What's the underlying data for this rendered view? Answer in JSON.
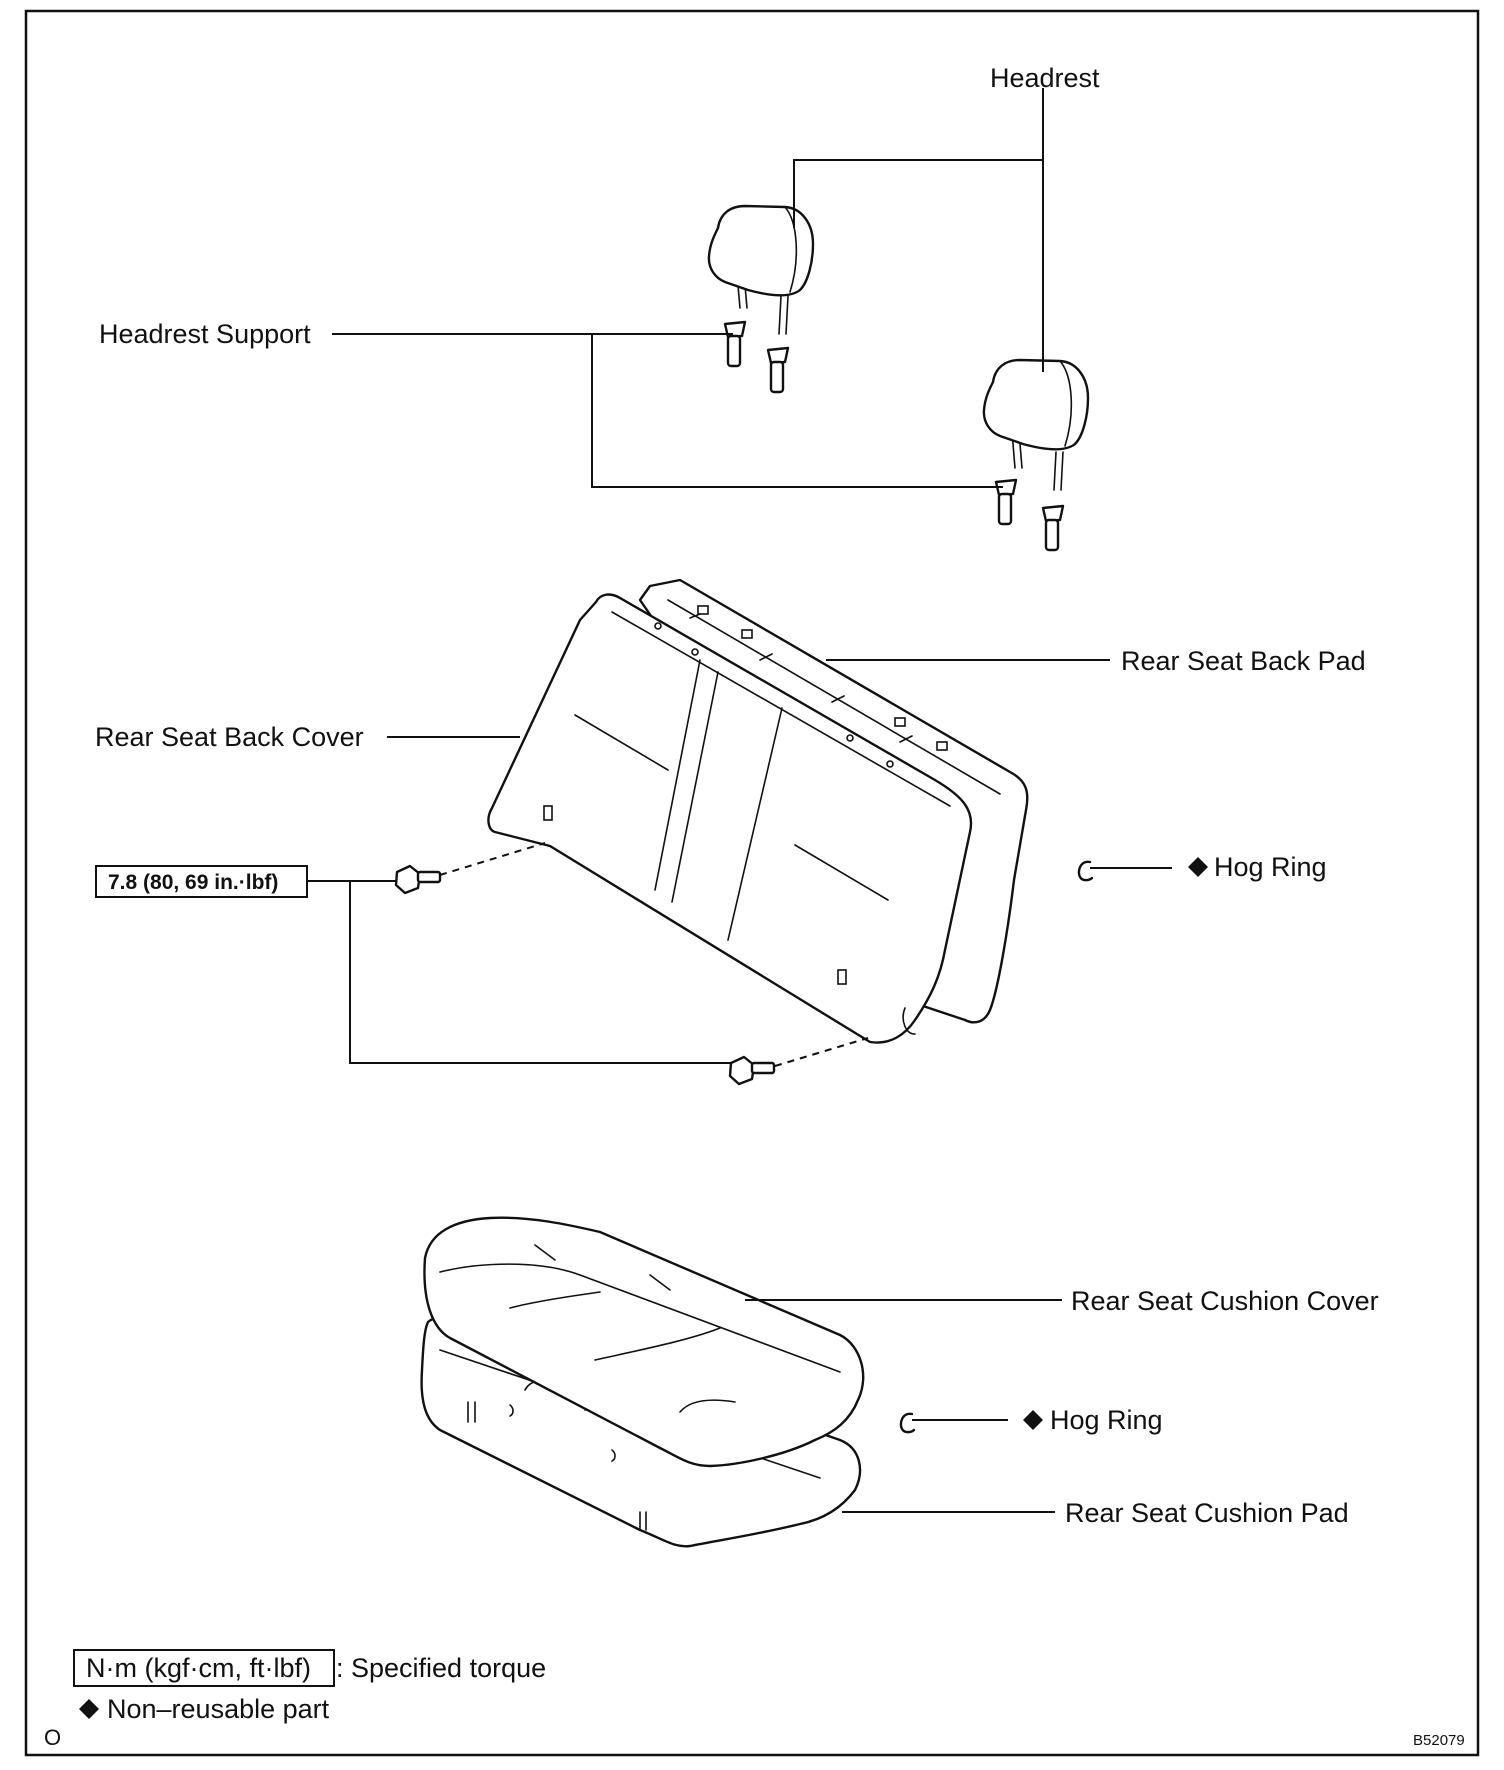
{
  "labels": {
    "headrest": "Headrest",
    "headrest_support": "Headrest Support",
    "rear_seat_back_pad": "Rear Seat Back Pad",
    "rear_seat_back_cover": "Rear Seat Back Cover",
    "hog_ring_upper": "Hog Ring",
    "torque_spec": "7.8 (80, 69 in.·lbf)",
    "rear_seat_cushion_cover": "Rear Seat Cushion Cover",
    "hog_ring_lower": "Hog Ring",
    "rear_seat_cushion_pad": "Rear Seat Cushion Pad"
  },
  "legend": {
    "torque_units": "N·m (kgf·cm, ft·lbf)",
    "torque_desc": ": Specified torque",
    "non_reusable": "Non–reusable part"
  },
  "footer": {
    "left_mark": "O",
    "figure_code": "B52079"
  },
  "icons": {
    "non_reusable_symbol": "black-diamond-icon",
    "hog_ring_symbol": "hog-ring-icon"
  }
}
